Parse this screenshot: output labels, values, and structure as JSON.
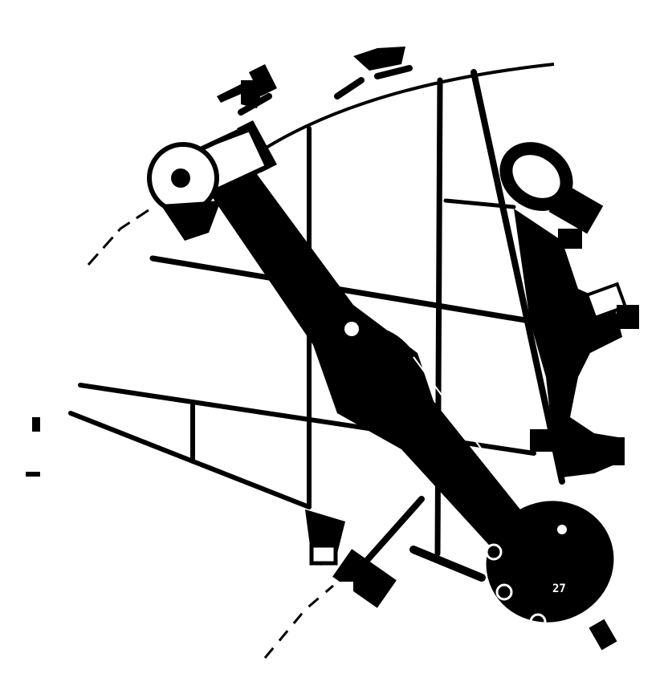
{
  "image": {
    "subject": "sextant-illustration",
    "style": "high-contrast black-and-white",
    "colors": {
      "ink": "#000000",
      "paper": "#ffffff"
    }
  },
  "readouts": {
    "vernier_label": "27"
  },
  "icons": [
    "sextant-frame-icon",
    "index-arm-icon",
    "telescope-icon",
    "shade-glass-icon",
    "micrometer-drum-icon",
    "handle-icon"
  ]
}
